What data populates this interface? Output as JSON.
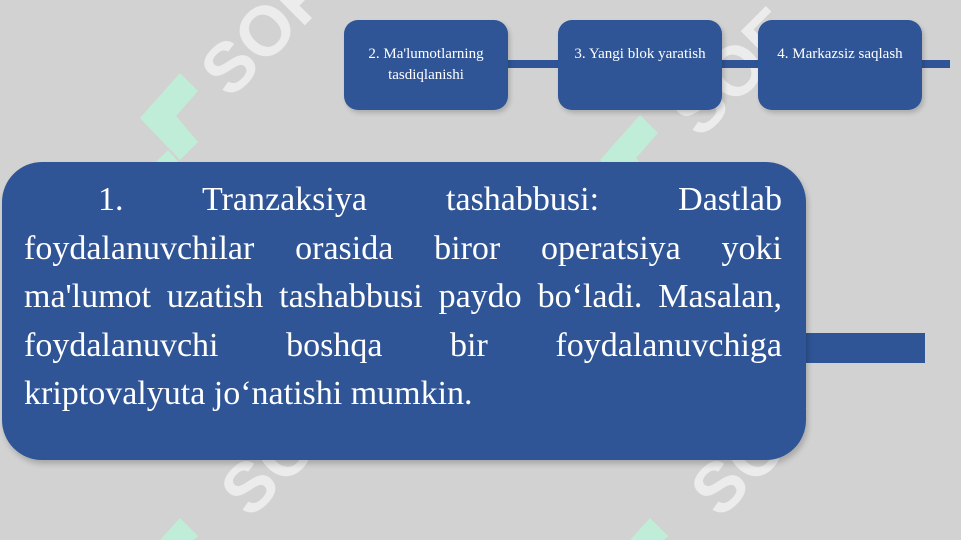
{
  "steps": [
    {
      "label": "2. Ma'lumotlarning tasdiqlanishi"
    },
    {
      "label": "3. Yangi blok yaratish"
    },
    {
      "label": "4. Markazsiz saqlash"
    }
  ],
  "main": {
    "text": "1. Tranzaksiya tashabbusi: Dastlab foydalanuvchilar orasida biror operatsiya yoki ma'lumot uzatish tashabbusi paydo bo‘ladi. Masalan, foydalanuvchi boshqa bir foydalanuvchiga kriptovalyuta jo‘natishi mumkin."
  },
  "colors": {
    "background": "#d2d2d2",
    "box": "#2f5597",
    "text": "#ffffff",
    "watermark": "#b9f0d6"
  }
}
